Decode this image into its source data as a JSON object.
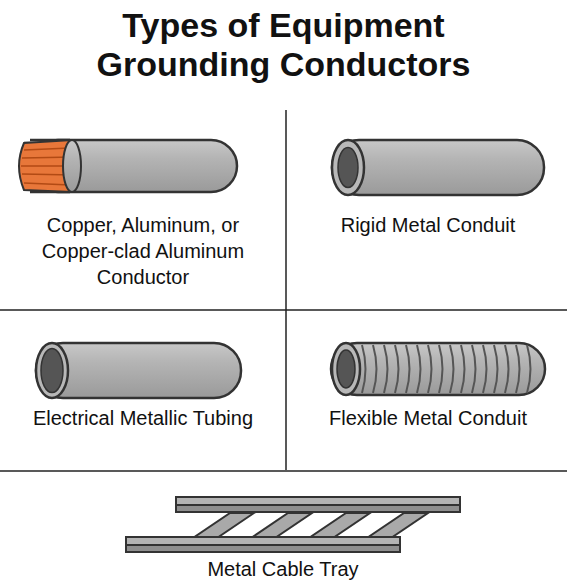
{
  "diagram": {
    "title": "Types of Equipment Grounding Conductors",
    "labels": [
      "Copper, Aluminum, or Copper-clad Aluminum Conductor",
      "Rigid Metal Conduit",
      "Electrical Metallic Tubing",
      "Flexible Metal Conduit",
      "Metal Cable Tray"
    ]
  }
}
